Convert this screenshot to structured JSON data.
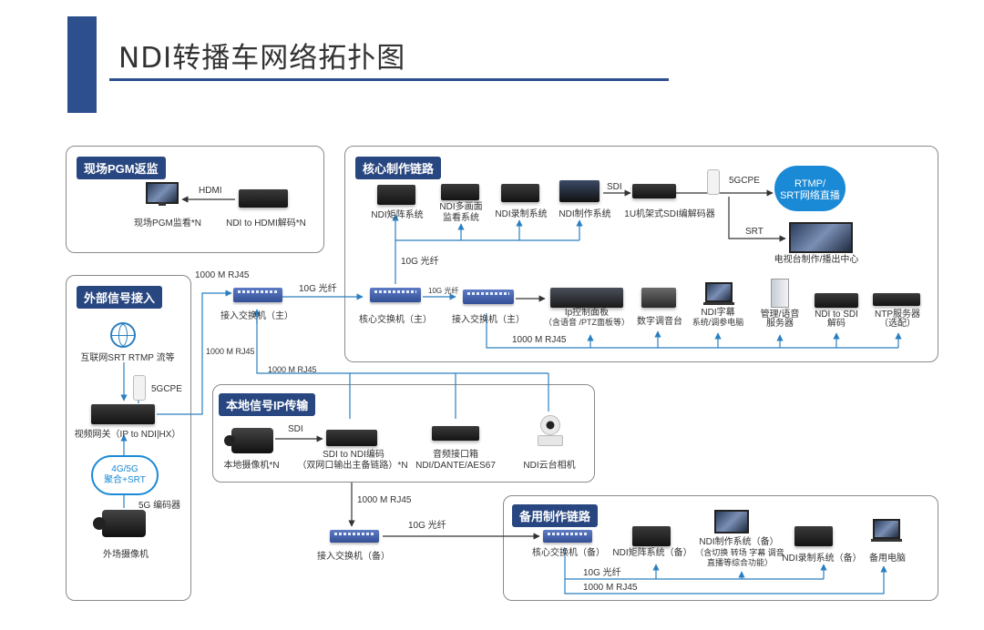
{
  "title": "NDI转播车网络拓扑图",
  "panels": {
    "pgm": "现场PGM返监",
    "ext": "外部信号接入",
    "core": "核心制作链路",
    "local": "本地信号IP传输",
    "backup": "备用制作链路"
  },
  "pgm": {
    "hdmi": "HDMI",
    "monitor": "现场PGM监看*N",
    "decoder": "NDI to HDMI解码*N"
  },
  "ext": {
    "internet": "互联网SRT RTMP 流等",
    "cpe": "5GCPE",
    "gateway": "视频网关（IP to NDI|HX）",
    "cloud_line1": "4G/5G",
    "cloud_line2": "聚合+SRT",
    "encoder5g": "5G 编码器",
    "camera": "外场摄像机"
  },
  "links": {
    "rj45_top": "1000 M RJ45",
    "rj45_left": "1000 M RJ45",
    "rj45_mid": "1000 M RJ45",
    "fiber_main": "10G 光纤",
    "fiber_core": "10G 光纤",
    "fiber_small": "10G 光纤",
    "rj45_core_bottom": "1000 M RJ45",
    "rj45_local_down": "1000 M RJ45",
    "fiber_backup": "10G 光纤",
    "fiber_backup_bottom": "10G 光纤",
    "rj45_backup_bottom": "1000 M RJ45",
    "sdi_core": "SDI",
    "srt_core": "SRT",
    "cpe_core": "5GCPE",
    "sdi_local": "SDI"
  },
  "switches": {
    "access_main": "接入交换机（主）",
    "core_main": "核心交换机（主）",
    "access_main2": "接入交换机（主）",
    "access_backup": "接入交换机（备）",
    "core_backup": "核心交换机（备）"
  },
  "core": {
    "matrix": "NDI矩阵系统",
    "multiview_1": "NDI多画面",
    "multiview_2": "监看系统",
    "recorder": "NDI录制系统",
    "production": "NDI制作系统",
    "sdi_codec": "1U机架式SDI编解码器",
    "cloud_1": "RTMP/",
    "cloud_2": "SRT网络直播",
    "tv_center": "电视台制作/播出中心",
    "ip_panel_1": "Ip控制面板",
    "ip_panel_2": "（含语音 /PTZ面板等）",
    "audio_console": "数字调音台",
    "subtitle_1": "NDI字幕",
    "subtitle_2": "系统/调参电脑",
    "mgmt_1": "管理/语音",
    "mgmt_2": "服务器",
    "ndi_sdi_1": "NDI to SDI",
    "ndi_sdi_2": "解码",
    "ntp_1": "NTP服务器",
    "ntp_2": "（选配）"
  },
  "local": {
    "camcorder": "本地摄像机*N",
    "encoder_1": "SDI to NDI编码",
    "encoder_2": "（双网口输出主备链路）*N",
    "audio_box_1": "音频接口箱",
    "audio_box_2": "NDI/DANTE/AES67",
    "ptz": "NDI云台相机"
  },
  "backup": {
    "matrix": "NDI矩阵系统（备）",
    "production_1": "NDI制作系统（备）",
    "production_2": "（含切换 转场 字幕 调音",
    "production_3": "直播等综合功能）",
    "recorder": "NDI录制系统（备）",
    "pc": "备用电脑"
  },
  "colors": {
    "accent": "#2d4f8e",
    "panel_head": "#28467f",
    "link": "#2a7fc1",
    "cloud": "#1a8ad6"
  }
}
